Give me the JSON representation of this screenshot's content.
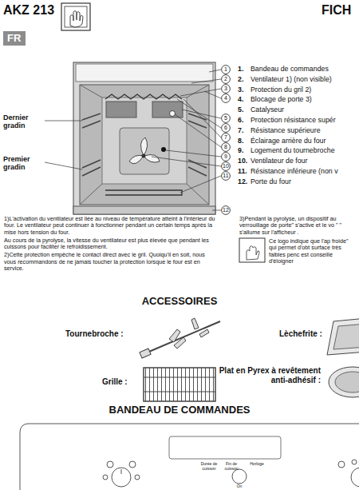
{
  "diagram": {
    "title": "AKZ 213",
    "nodes": [
      {
        "text": [
          "FR"
        ]
      },
      {
        "text": [
          "1"
        ]
      },
      {
        "text": [
          "2"
        ]
      },
      {
        "text": [
          "3"
        ]
      },
      {
        "text": [
          "4"
        ]
      },
      {
        "text": [
          "5"
        ]
      },
      {
        "text": [
          "6"
        ]
      },
      {
        "text": [
          "7"
        ]
      },
      {
        "text": [
          "8"
        ]
      },
      {
        "text": [
          "9"
        ]
      },
      {
        "text": [
          "10"
        ]
      },
      {
        "text": [
          "11"
        ]
      },
      {
        "text": [
          "12"
        ]
      }
    ],
    "labels": [
      "FICH",
      "Dernier gradin",
      "Premier gradin",
      "1.",
      "Bandeau de commandes",
      "2.",
      "Ventilateur 1) (non visible)",
      "3.",
      "Protection du gril 2)",
      "4.",
      "Blocage de porte 3)",
      "5.",
      "Catalyseur",
      "6.",
      "Protection résistance supér",
      "7.",
      "Résistance supérieure",
      "8.",
      "Éclairage arrière du four",
      "9.",
      "Logement du tournebroche",
      "10.",
      "Ventilateur de four",
      "11.",
      "Résistance inférieure (non v",
      "12.",
      "Porte du four",
      "1)L'activation du ventilateur est liée au niveau de température atteint à l'intérieur du four. Le ventilateur peut continuer à fonctionner pendant un certain temps après la mise hors tension du four.",
      "Au cours de la pyrolyse, la vitesse du ventilateur est plus élevée que pendant les cuissons pour faciliter le refroidissement.",
      "2)Cette protection empêche le contact direct avec le gril. Quoiqu'il en soit, nous vous recommandons de ne jamais toucher la protection lorsque le four est en service.",
      "3)Pendant la pyrolyse, un dispositif au verrouillage de porte\" s'active et le vo \" \" s'allume sur l'afficheur .",
      "Ce logo indique que l'ap froide\" qui permet d'obt surface très faibles penc est conseillé d'éloigner",
      "ACCESSOIRES",
      "Tournebroche :",
      "Lèchefrite :",
      "Grille :",
      "Plat en Pyrex à revêtement anti-adhésif :",
      "BANDEAU DE COMMANDES",
      "Durée de cuisson",
      "Fin de cuisson",
      "Horloge",
      "On"
    ]
  }
}
